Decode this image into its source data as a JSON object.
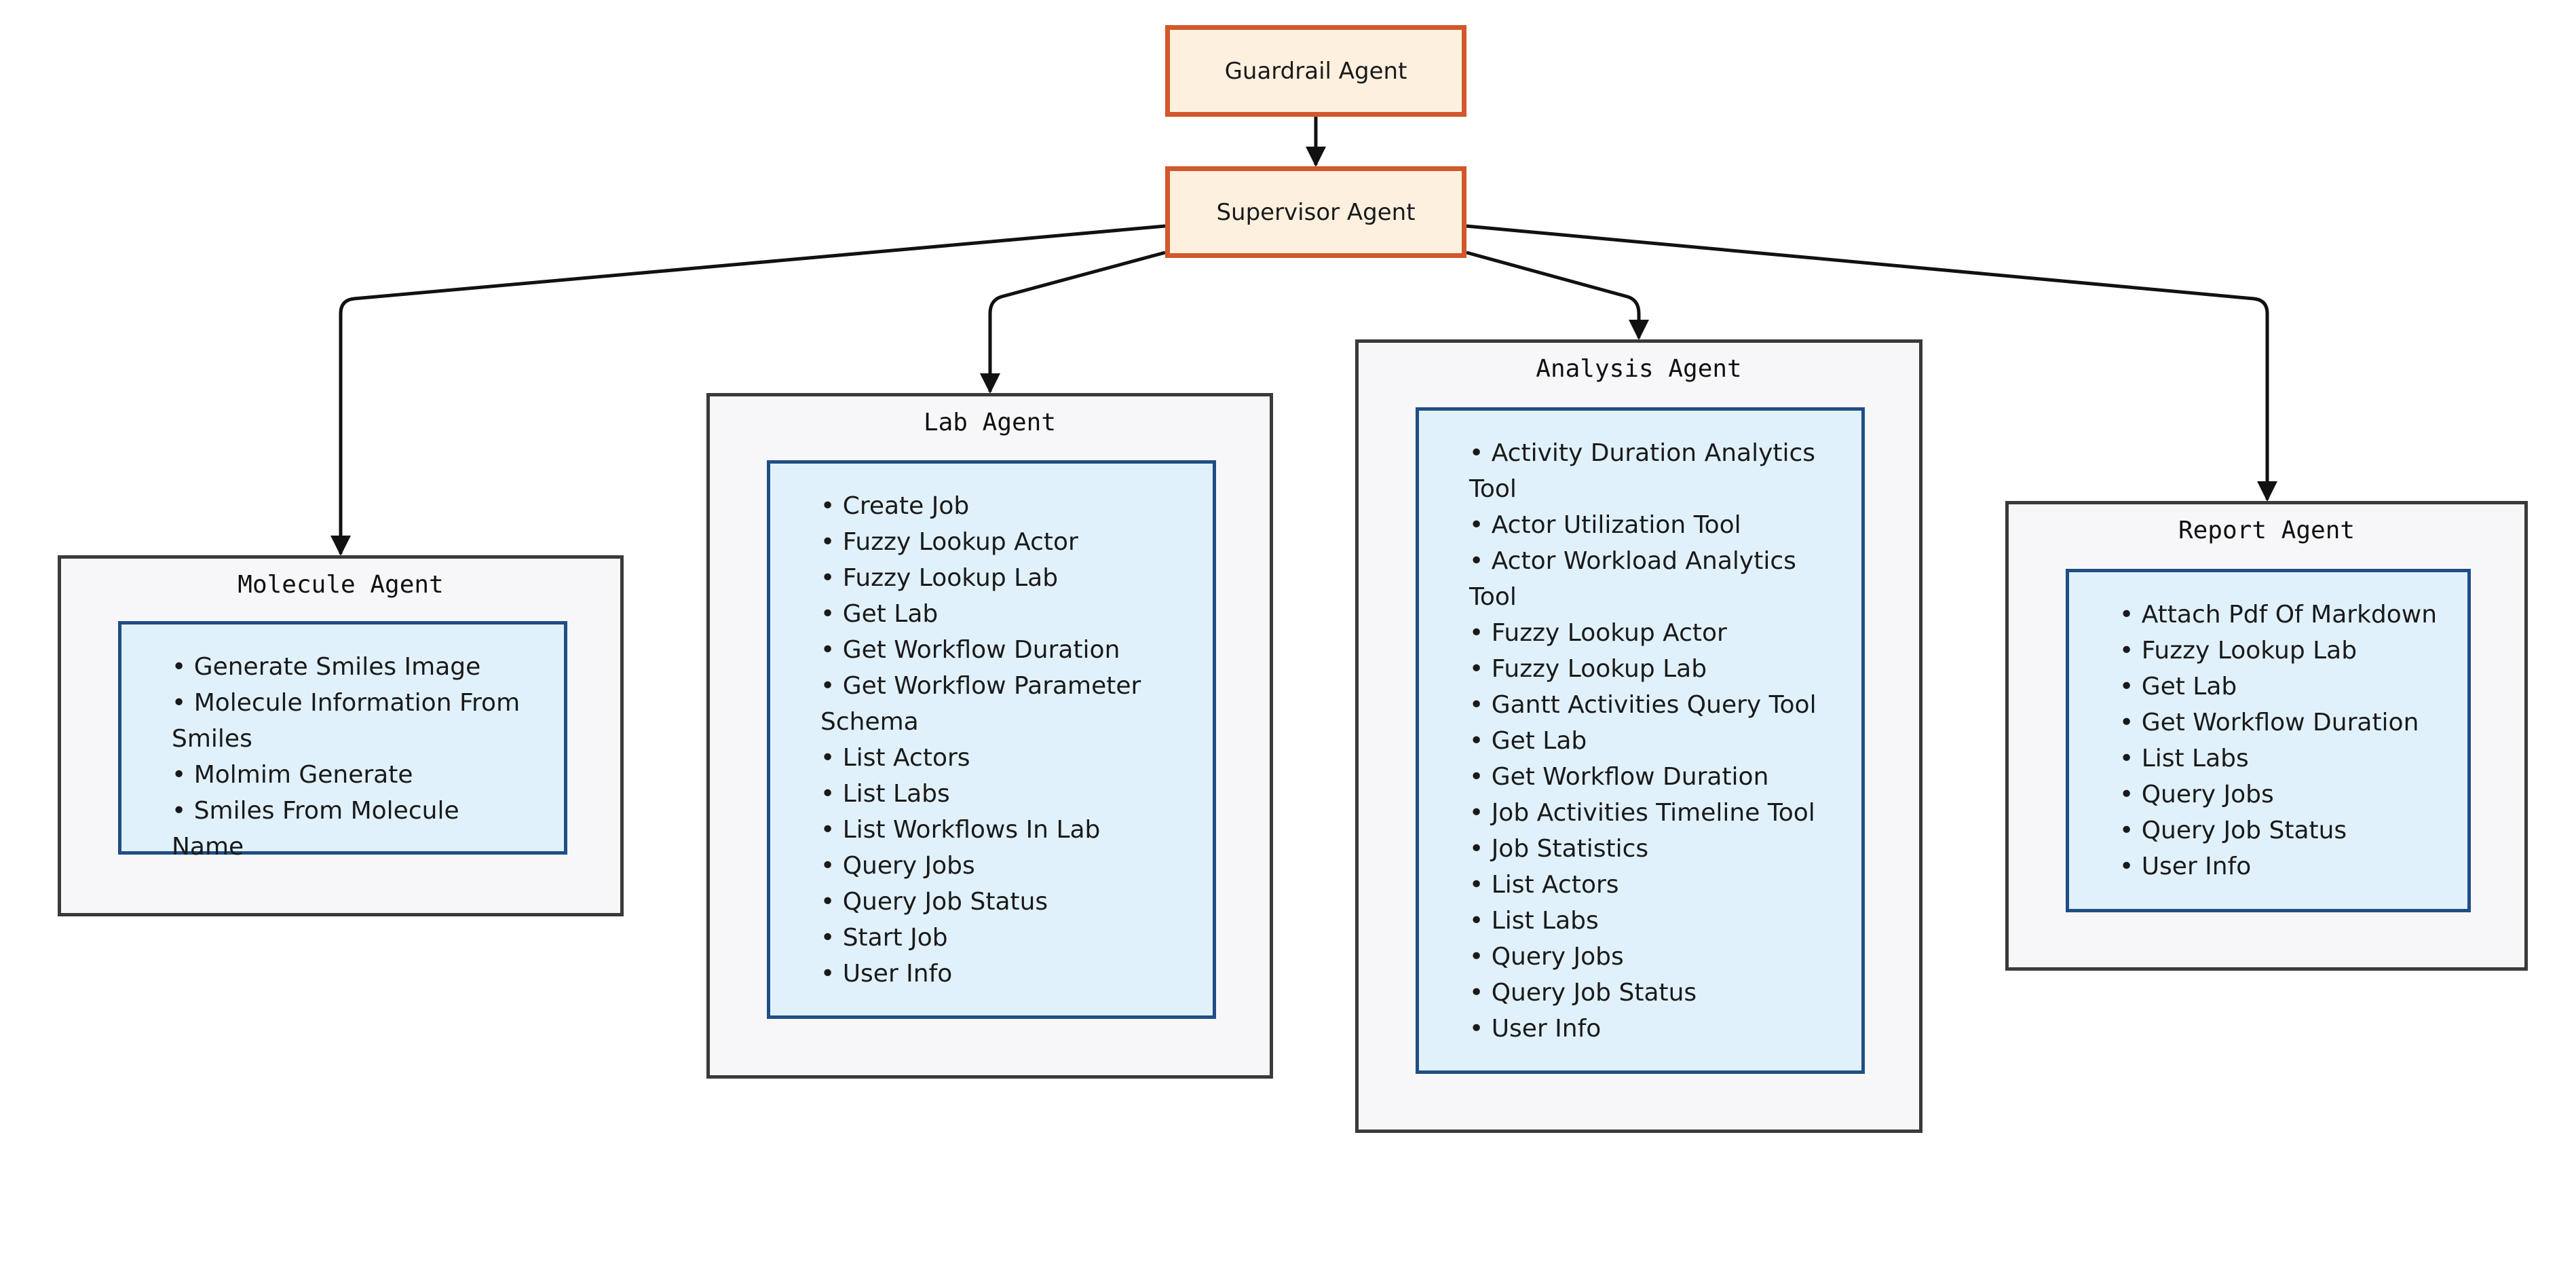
{
  "nodes": {
    "guardrail": {
      "label": "Guardrail Agent"
    },
    "supervisor": {
      "label": "Supervisor Agent"
    }
  },
  "groups": {
    "molecule": {
      "title": "Molecule Agent",
      "tools": [
        "Generate Smiles Image",
        "Molecule Information From Smiles",
        "Molmim Generate",
        "Smiles From Molecule Name"
      ]
    },
    "lab": {
      "title": "Lab Agent",
      "tools": [
        "Create Job",
        "Fuzzy Lookup Actor",
        "Fuzzy Lookup Lab",
        "Get Lab",
        "Get Workflow Duration",
        "Get Workflow Parameter Schema",
        "List Actors",
        "List Labs",
        "List Workflows In Lab",
        "Query Jobs",
        "Query Job Status",
        "Start Job",
        "User Info"
      ]
    },
    "analysis": {
      "title": "Analysis Agent",
      "tools": [
        "Activity Duration Analytics Tool",
        "Actor Utilization Tool",
        "Actor Workload Analytics Tool",
        "Fuzzy Lookup Actor",
        "Fuzzy Lookup Lab",
        "Gantt Activities Query Tool",
        "Get Lab",
        "Get Workflow Duration",
        "Job Activities Timeline Tool",
        "Job Statistics",
        "List Actors",
        "List Labs",
        "Query Jobs",
        "Query Job Status",
        "User Info"
      ]
    },
    "report": {
      "title": "Report Agent",
      "tools": [
        "Attach Pdf Of Markdown",
        "Fuzzy Lookup Lab",
        "Get Lab",
        "Get Workflow Duration",
        "List Labs",
        "Query Jobs",
        "Query Job Status",
        "User Info"
      ]
    }
  },
  "edges": [
    {
      "from": "Guardrail Agent",
      "to": "Supervisor Agent"
    },
    {
      "from": "Supervisor Agent",
      "to": "Molecule Agent"
    },
    {
      "from": "Supervisor Agent",
      "to": "Lab Agent"
    },
    {
      "from": "Supervisor Agent",
      "to": "Analysis Agent"
    },
    {
      "from": "Supervisor Agent",
      "to": "Report Agent"
    }
  ],
  "colors": {
    "agent_fill": "#FDF0DF",
    "agent_border": "#D2572A",
    "group_fill": "#F7F7F9",
    "group_border": "#3a3a3a",
    "tools_fill": "#E1F1FB",
    "tools_border": "#1F4E85",
    "edge": "#111111"
  }
}
